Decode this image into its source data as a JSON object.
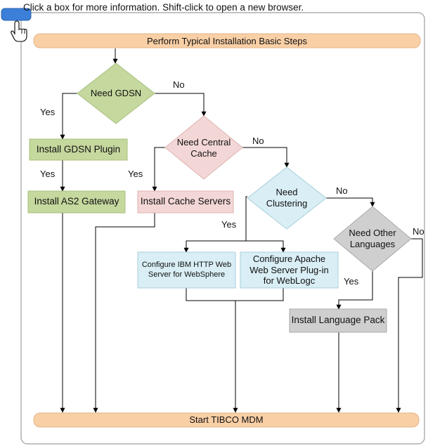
{
  "hint": "Click a box for more information. Shift-click to open a new browser.",
  "colors": {
    "orange_fill": "#f9cfa6",
    "orange_stroke": "#e3b48a",
    "green_fill": "#c5d89e",
    "green_stroke": "#a8c07e",
    "pink_fill": "#f3d7d6",
    "pink_stroke": "#dcb3b1",
    "blue_fill": "#d9eef5",
    "blue_stroke": "#a9cfdc",
    "gray_fill": "#cfcfcf",
    "gray_stroke": "#a9a9a9",
    "accent_button": "#3b7fd8",
    "frame": "#9e9e9e",
    "line": "#000000"
  },
  "nodes": {
    "perform_typical": "Perform Typical Installation Basic Steps",
    "need_gdsn": "Need GDSN",
    "install_gdsn_plugin": "Install GDSN Plugin",
    "install_as2_gateway": "Install AS2 Gateway",
    "need_central_cache": "Need Central Cache",
    "install_cache_servers": "Install Cache Servers",
    "need_clustering": "Need Clustering",
    "configure_ibm": "Configure IBM HTTP Web Server for WebSphere",
    "configure_apache": "Configure Apache Web Server Plug-in for WebLogc",
    "need_other_languages": "Need Other Languages",
    "install_language_pack": "Install Language Pack",
    "start_tibco": "Start TIBCO MDM"
  },
  "edge_labels": {
    "yes": "Yes",
    "no": "No"
  },
  "icons": {
    "cursor": "hand-pointer-icon"
  }
}
